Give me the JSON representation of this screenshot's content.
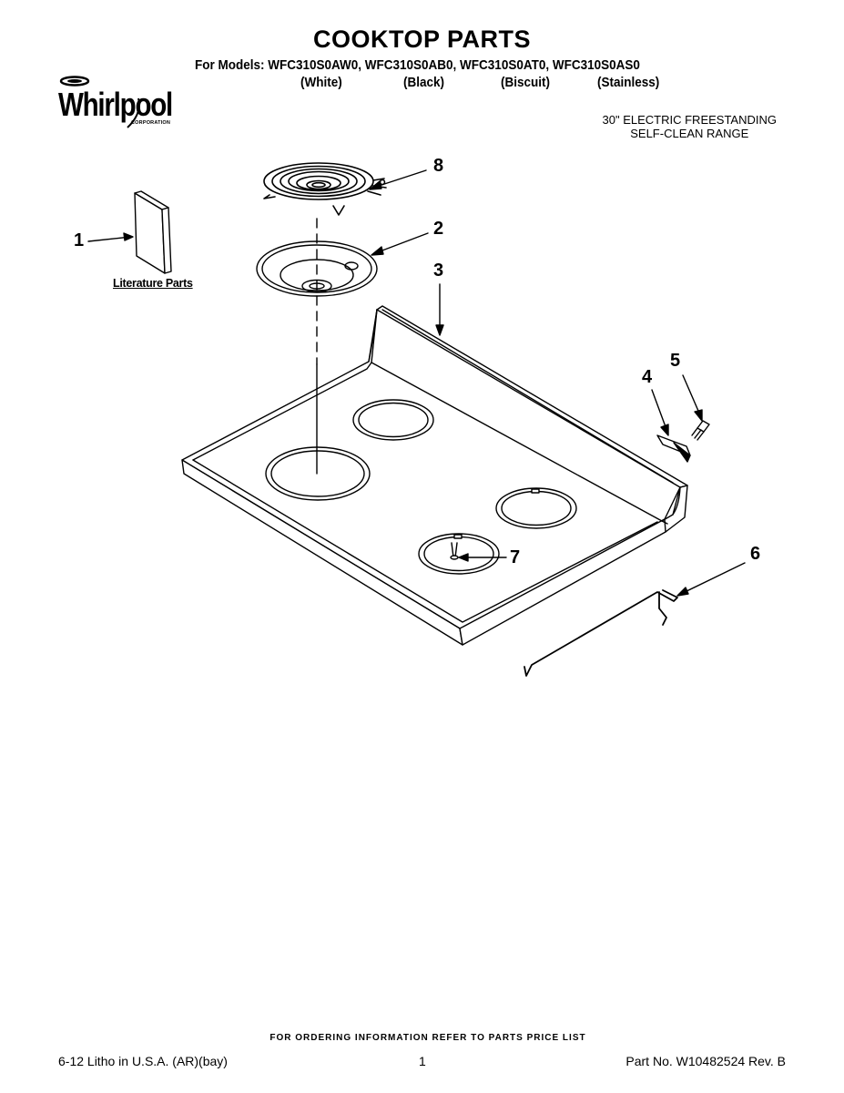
{
  "header": {
    "title": "COOKTOP PARTS",
    "models_line": "For Models: WFC310S0AW0, WFC310S0AB0, WFC310S0AT0, WFC310S0AS0",
    "colors": [
      "(White)",
      "(Black)",
      "(Biscuit)",
      "(Stainless)"
    ]
  },
  "brand": {
    "name": "Whirlpool",
    "tagline": "CORPORATION"
  },
  "product": {
    "line1": "30\" ELECTRIC FREESTANDING",
    "line2": "SELF-CLEAN RANGE"
  },
  "diagram": {
    "callouts": [
      "1",
      "2",
      "3",
      "4",
      "5",
      "6",
      "7",
      "8"
    ],
    "literature_label": "Literature Parts"
  },
  "footer": {
    "ordering_note": "FOR ORDERING INFORMATION REFER TO PARTS PRICE LIST",
    "litho": "6-12 Litho in U.S.A. (AR)(bay)",
    "page_number": "1",
    "part_number": "Part No. W10482524 Rev. B"
  }
}
